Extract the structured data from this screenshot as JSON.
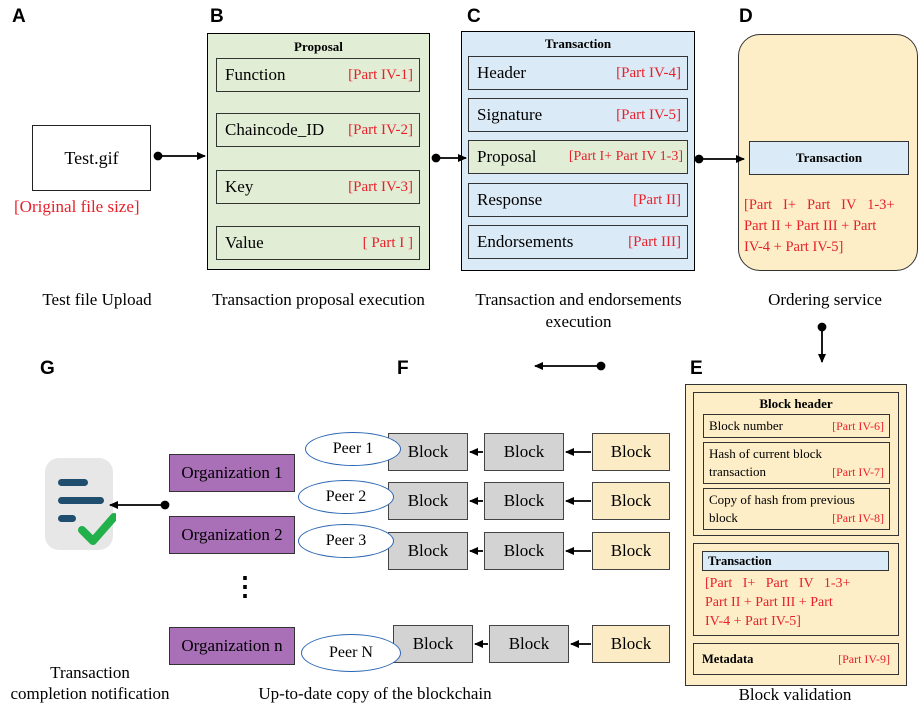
{
  "letters": {
    "a": "A",
    "b": "B",
    "c": "C",
    "d": "D",
    "e": "E",
    "f": "F",
    "g": "G"
  },
  "upload": {
    "file": "Test.gif",
    "size_label": "[Original file size]",
    "caption": "Test file Upload"
  },
  "proposal": {
    "title": "Proposal",
    "rows": [
      {
        "name": "Function",
        "part": "[Part IV-1]"
      },
      {
        "name": "Chaincode_ID",
        "part": "[Part IV-2]"
      },
      {
        "name": "Key",
        "part": "[Part IV-3]"
      },
      {
        "name": "Value",
        "part": "[  Part I   ]"
      }
    ],
    "caption": "Transaction proposal execution"
  },
  "transaction": {
    "title": "Transaction",
    "rows": [
      {
        "name": "Header",
        "part": "[Part IV-4]"
      },
      {
        "name": "Signature",
        "part": "[Part IV-5]"
      },
      {
        "name": "Proposal",
        "part": "[Part I+ Part IV 1-3]"
      },
      {
        "name": "Response",
        "part": "[Part II]"
      },
      {
        "name": "Endorsements",
        "part": "[Part III]"
      }
    ],
    "caption_line1": "Transaction and endorsements",
    "caption_line2": "execution"
  },
  "ordering": {
    "inner": "Transaction",
    "parts_line1": "[Part   I+   Part   IV   1-3+",
    "parts_line2": "Part II + Part III + Part",
    "parts_line3": "IV-4 + Part IV-5]",
    "caption": "Ordering service"
  },
  "block_validation": {
    "header_title": "Block header",
    "block_number": "Block number",
    "block_number_part": "[Part IV-6]",
    "hash_current_l1": "Hash of current block",
    "hash_current_l2": "transaction",
    "hash_current_part": "[Part IV-7]",
    "hash_prev_l1": "Copy of hash from previous",
    "hash_prev_l2": "block",
    "hash_prev_part": "[Part IV-8]",
    "tx_title": "Transaction",
    "tx_parts_line1": "[Part   I+   Part   IV   1-3+",
    "tx_parts_line2": "Part II + Part III + Part",
    "tx_parts_line3": "IV-4 + Part IV-5]",
    "metadata": "Metadata",
    "metadata_part": "[Part IV-9]",
    "caption": "Block validation"
  },
  "blockchain": {
    "block_label": "Block",
    "peers": [
      "Peer 1",
      "Peer 2",
      "Peer 3",
      "Peer N"
    ],
    "caption": "Up-to-date copy of the blockchain"
  },
  "organizations": {
    "items": [
      "Organization 1",
      "Organization 2",
      "Organization n"
    ],
    "ellipsis": "⋮"
  },
  "notification": {
    "icon": "document-check-icon",
    "caption_line1": "Transaction",
    "caption_line2": "completion notification"
  },
  "colors": {
    "proposal_bg": "#e1eed5",
    "transaction_bg": "#daeaf6",
    "ordering_bg": "#fdeec8",
    "block_grey": "#d4d3d3",
    "block_yellow": "#fbecc6",
    "org_purple": "#a96fb7",
    "peer_border": "#2b66b3",
    "part_red": "#e8202a",
    "check_green": "#22b04b",
    "doc_navy": "#1f4e6e"
  }
}
